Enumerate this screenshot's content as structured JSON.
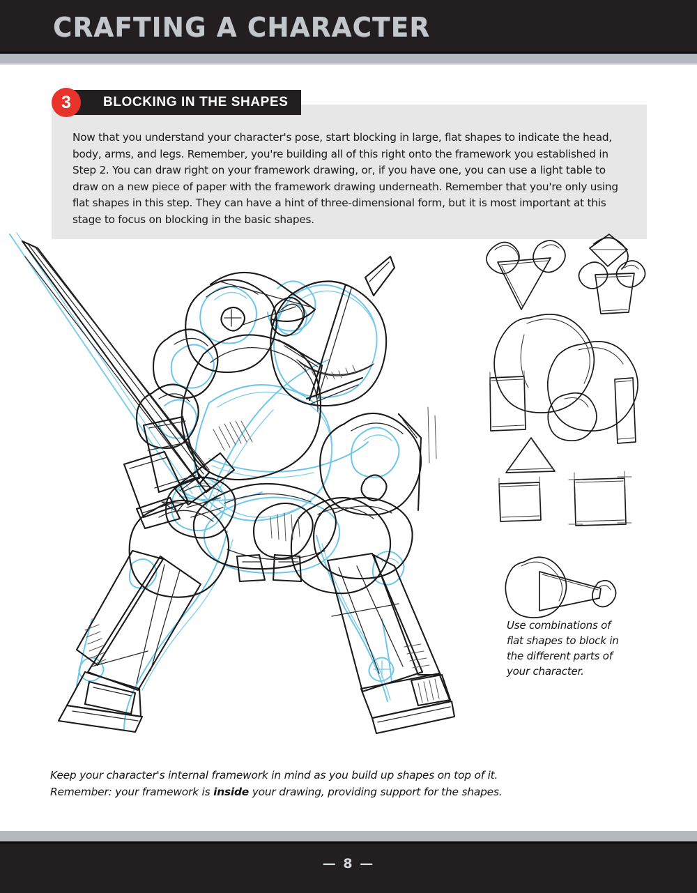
{
  "header": {
    "title": "CRAFTING A CHARACTER"
  },
  "step": {
    "number": "3",
    "title": "BLOCKING IN THE SHAPES"
  },
  "intro": {
    "paragraph": "Now that you understand your character's pose, start blocking in large, flat shapes to indicate the head, body, arms, and legs. Remember, you're building all of this right onto the framework you established in Step 2. You can draw right on your framework drawing, or, if you have one, you can use a light table to draw on a new piece of paper with the framework drawing underneath. Remember that you're only using flat shapes in this step. They can have a hint of three-dimensional form, but it is most important at this stage to focus on blocking in the basic shapes."
  },
  "illustration": {
    "main_art_name": "mech-character-blocking-sketch",
    "shapes_art_name": "flat-shapes-reference-sketch",
    "pencil_color": "#1b1b1b",
    "construction_line_color": "#6ec6e8"
  },
  "side_caption": {
    "line1": "Use combinations of",
    "line2": "flat shapes to block in",
    "line3": "the different parts of",
    "line4": "your character."
  },
  "bottom_caption": {
    "line1": "Keep your character's internal framework in mind as you build up shapes on top of it.",
    "line2_before": "Remember: your framework is ",
    "line2_bold": "inside",
    "line2_after": " your drawing, providing support for the shapes."
  },
  "footer": {
    "page_number": "— 8 —"
  }
}
